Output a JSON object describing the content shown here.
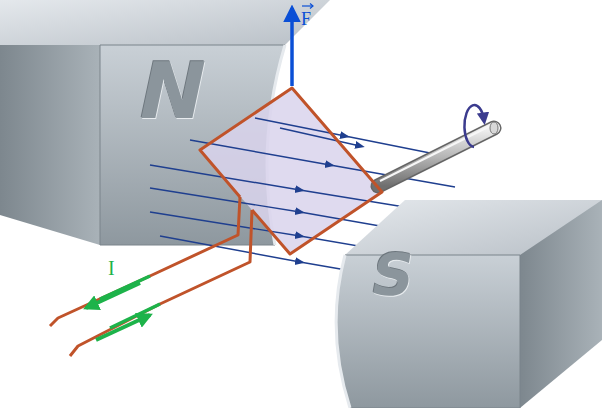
{
  "diagram": {
    "labels": [
      "N",
      "S",
      "F",
      "I"
    ]
  }
}
